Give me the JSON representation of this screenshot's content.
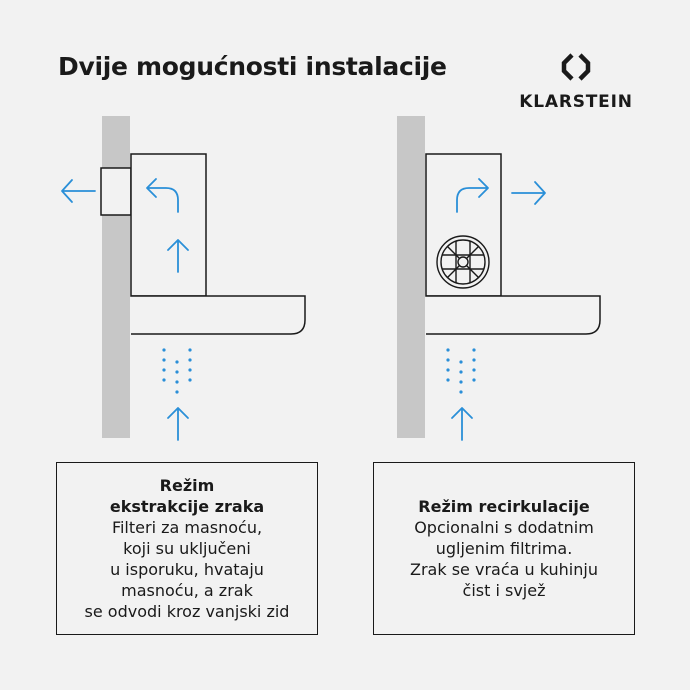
{
  "title": "Dvije mogućnosti instalacije",
  "brand": {
    "name": "KLARSTEIN",
    "logo_icon": "klarstein-logo-icon"
  },
  "colors": {
    "background": "#f2f2f2",
    "wall": "#c7c7c7",
    "line": "#1a1a1a",
    "arrow": "#2a8fd8"
  },
  "modes": [
    {
      "heading_lines": [
        "Režim",
        "ekstrakcije zraka"
      ],
      "body_lines": [
        "Filteri za masnoću,",
        "koji su uključeni",
        "u isporuku, hvataju",
        "masnoću, a zrak",
        "se odvodi kroz vanjski zid"
      ]
    },
    {
      "heading_lines": [
        "Režim recirkulacije"
      ],
      "body_lines": [
        "Opcionalni s dodatnim",
        "ugljenim filtrima.",
        "Zrak se vraća u kuhinju",
        "čist i svjež"
      ]
    }
  ]
}
